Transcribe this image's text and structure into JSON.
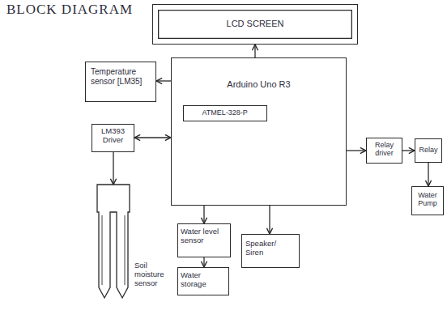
{
  "diagram": {
    "title": "BLOCK DIAGRAM",
    "nodes": [
      {
        "text": [
          "LCD SCREEN"
        ]
      },
      {
        "text": [
          "Temperature sensor [LM35]"
        ]
      },
      {
        "text": [
          "Arduino Uno R3"
        ]
      },
      {
        "text": [
          "ATMEL-328-P"
        ],
        "in": 2
      },
      {
        "text": [
          "LM393 Driver"
        ]
      },
      {
        "text": [
          "Soil moisture sensor"
        ]
      },
      {
        "text": [
          "Relay driver"
        ]
      },
      {
        "text": [
          "Relay"
        ]
      },
      {
        "text": [
          "Water Pump"
        ]
      },
      {
        "text": [
          "Water level sensor"
        ]
      },
      {
        "text": [
          "Water storage"
        ]
      },
      {
        "text": [
          "Speaker/ Siren"
        ]
      }
    ],
    "edges": [
      {
        "from": 2,
        "to": 0,
        "arrow": "to"
      },
      {
        "from": 2,
        "to": 1,
        "arrow": "to"
      },
      {
        "from": 4,
        "to": 2,
        "arrow": "both"
      },
      {
        "from": 4,
        "to": 5,
        "arrow": "to"
      },
      {
        "from": 2,
        "to": 6,
        "arrow": "to"
      },
      {
        "from": 6,
        "to": 7,
        "arrow": "to"
      },
      {
        "from": 7,
        "to": 8,
        "arrow": "to"
      },
      {
        "from": 2,
        "to": 9,
        "arrow": "to"
      },
      {
        "from": 9,
        "to": 10,
        "arrow": "to"
      },
      {
        "from": 2,
        "to": 11,
        "arrow": "to"
      }
    ]
  }
}
